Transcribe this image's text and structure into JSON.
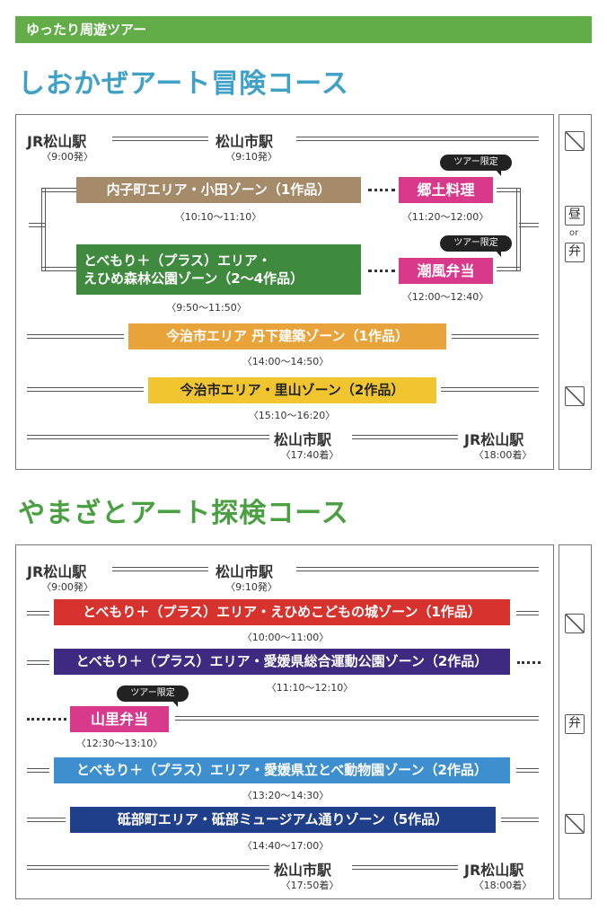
{
  "header": "ゆったり周遊ツアー",
  "course1": {
    "title": "しおかぜアート冒険コース",
    "start": [
      {
        "station": "JR松山駅",
        "time": "〈9:00発〉"
      },
      {
        "station": "松山市駅",
        "time": "〈9:10発〉"
      }
    ],
    "zones": [
      {
        "name": "内子町エリア・小田ゾーン（1作品）",
        "time": "〈10:10〜11:10〉",
        "color": "#a58b6a"
      },
      {
        "name": "とべもり＋（プラス）エリア・\nえひめ森林公園ゾーン（2〜4作品）",
        "time": "〈9:50〜11:50〉",
        "color": "#3f8a3e"
      },
      {
        "name": "今治市エリア 丹下建築ゾーン（1作品）",
        "time": "〈14:00〜14:50〉",
        "color": "#e8a33a"
      },
      {
        "name": "今治市エリア・里山ゾーン（2作品）",
        "time": "〈15:10〜16:20〉",
        "color": "#f0c530"
      }
    ],
    "meals": [
      {
        "name": "郷土料理",
        "time": "〈11:20〜12:00〉",
        "badge": "ツアー限定",
        "color": "#d9398a"
      },
      {
        "name": "潮風弁当",
        "time": "〈12:00〜12:40〉",
        "badge": "ツアー限定",
        "color": "#d9398a"
      }
    ],
    "end": [
      {
        "station": "松山市駅",
        "time": "〈17:40着〉"
      },
      {
        "station": "JR松山駅",
        "time": "〈18:00着〉"
      }
    ],
    "side": {
      "lunch": "昼",
      "or": "or",
      "bento": "弁"
    }
  },
  "course2": {
    "title": "やまざとアート探検コース",
    "start": [
      {
        "station": "JR松山駅",
        "time": "〈9:00発〉"
      },
      {
        "station": "松山市駅",
        "time": "〈9:10発〉"
      }
    ],
    "zones": [
      {
        "name": "とべもり＋（プラス）エリア・えひめこどもの城ゾーン（1作品）",
        "time": "〈10:00〜11:00〉",
        "color": "#d6322e"
      },
      {
        "name": "とべもり＋（プラス）エリア・愛媛県総合運動公園ゾーン（2作品）",
        "time": "〈11:10〜12:10〉",
        "color": "#3e2a80"
      },
      {
        "name": "とべもり＋（プラス）エリア・愛媛県立とべ動物園ゾーン（2作品）",
        "time": "〈13:20〜14:30〉",
        "color": "#3d8fcf"
      },
      {
        "name": "砥部町エリア・砥部ミュージアム通りゾーン（5作品）",
        "time": "〈14:40〜17:00〉",
        "color": "#1f3f8a"
      }
    ],
    "meal": {
      "name": "山里弁当",
      "time": "〈12:30〜13:10〉",
      "badge": "ツアー限定",
      "color": "#d9398a"
    },
    "end": [
      {
        "station": "松山市駅",
        "time": "〈17:50着〉"
      },
      {
        "station": "JR松山駅",
        "time": "〈18:00着〉"
      }
    ],
    "side": {
      "bento": "弁"
    }
  },
  "colors": {
    "header": "#62ad48",
    "title1": "#3fa0c8",
    "title2": "#4aa040"
  }
}
